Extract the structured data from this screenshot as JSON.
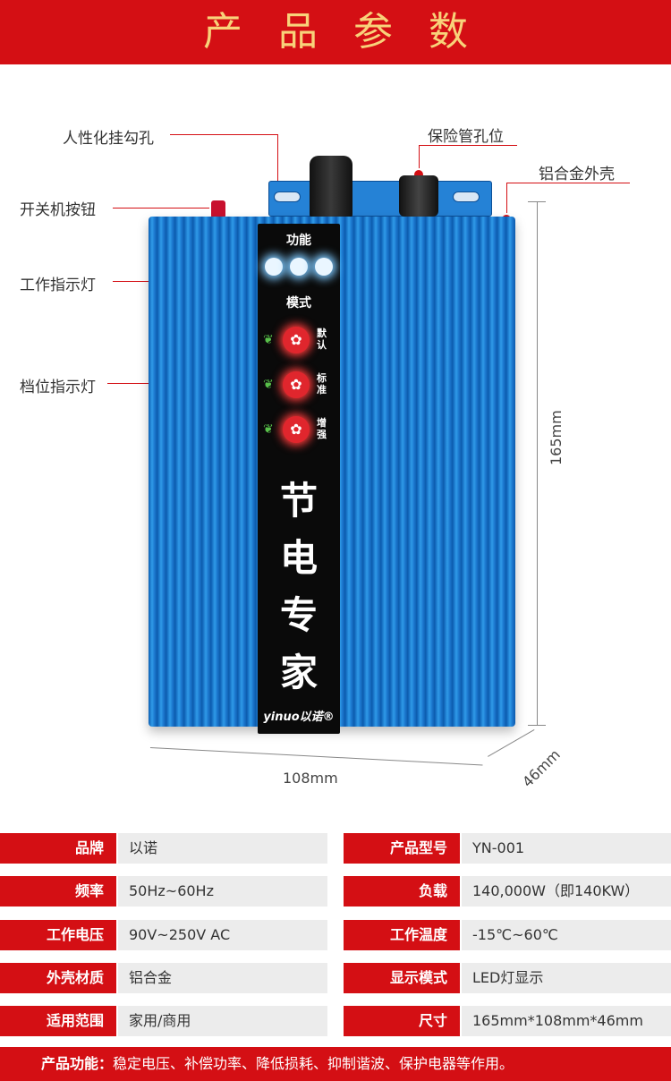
{
  "header": {
    "title": "产品参数"
  },
  "callouts": {
    "hook_hole": "人性化挂勾孔",
    "fuse_position": "保险管孔位",
    "aluminum_shell": "铝合金外壳",
    "power_button": "开关机按钮",
    "work_indicator": "工作指示灯",
    "gear_indicator": "档位指示灯"
  },
  "device_panel": {
    "function_label": "功能",
    "mode_label": "模式",
    "modes": [
      {
        "label_top": "默",
        "label_bottom": "认"
      },
      {
        "label_top": "标",
        "label_bottom": "准"
      },
      {
        "label_top": "增",
        "label_bottom": "强"
      }
    ],
    "slogan": [
      "节",
      "电",
      "专",
      "家"
    ],
    "brand": "yinuo以诺®"
  },
  "dimensions": {
    "height": "165mm",
    "width": "108mm",
    "depth": "46mm"
  },
  "specs": [
    {
      "left_label": "品牌",
      "left_value": "以诺",
      "right_label": "产品型号",
      "right_value": "YN-001"
    },
    {
      "left_label": "频率",
      "left_value": "50Hz~60Hz",
      "right_label": "负载",
      "right_value": "140,000W（即140KW）"
    },
    {
      "left_label": "工作电压",
      "left_value": "90V~250V AC",
      "right_label": "工作温度",
      "right_value": "-15℃~60℃"
    },
    {
      "left_label": "外壳材质",
      "left_value": "铝合金",
      "right_label": "显示模式",
      "right_value": "LED灯显示"
    },
    {
      "left_label": "适用范围",
      "left_value": "家用/商用",
      "right_label": "尺寸",
      "right_value": "165mm*108mm*46mm"
    }
  ],
  "footer": {
    "label": "产品功能：",
    "text": "稳定电压、补偿功率、降低损耗、抑制谐波、保护电器等作用。"
  },
  "colors": {
    "accent": "#d40f14",
    "title_gold": "#f8d27a",
    "device_blue": "#1a75cc"
  }
}
